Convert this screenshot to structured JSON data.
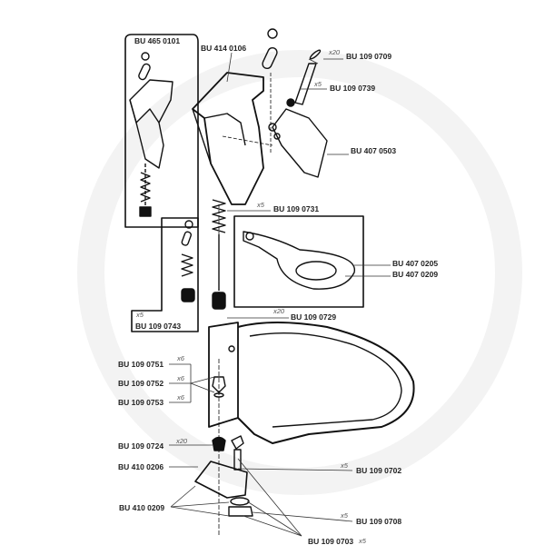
{
  "parts": {
    "p4650101": {
      "code": "BU 465 0101"
    },
    "p4140106": {
      "code": "BU 414 0106"
    },
    "p1090709": {
      "code": "BU 109 0709",
      "qty": "x20"
    },
    "p1090739": {
      "code": "BU 109 0739",
      "qty": "x5"
    },
    "p4070503": {
      "code": "BU 407 0503"
    },
    "p1090731": {
      "code": "BU 109 0731",
      "qty": "x5"
    },
    "p1090743": {
      "code": "BU 109 0743",
      "qty": "x5"
    },
    "p4070205": {
      "code": "BU 407 0205"
    },
    "p4070209": {
      "code": "BU 407 0209"
    },
    "p1090729": {
      "code": "BU 109 0729",
      "qty": "x20"
    },
    "p1090751": {
      "code": "BU 109 0751",
      "qty": "x6"
    },
    "p1090752": {
      "code": "BU 109 0752",
      "qty": "x6"
    },
    "p1090753": {
      "code": "BU 109 0753",
      "qty": "x6"
    },
    "p1090724": {
      "code": "BU 109 0724",
      "qty": "x20"
    },
    "p4100206": {
      "code": "BU 410 0206"
    },
    "p1090702": {
      "code": "BU 109 0702",
      "qty": "x5"
    },
    "p4100209": {
      "code": "BU 410 0209"
    },
    "p1090708": {
      "code": "BU 109 0708",
      "qty": "x5"
    },
    "p1090703": {
      "code": "BU 109 0703",
      "qty": "x5"
    }
  }
}
